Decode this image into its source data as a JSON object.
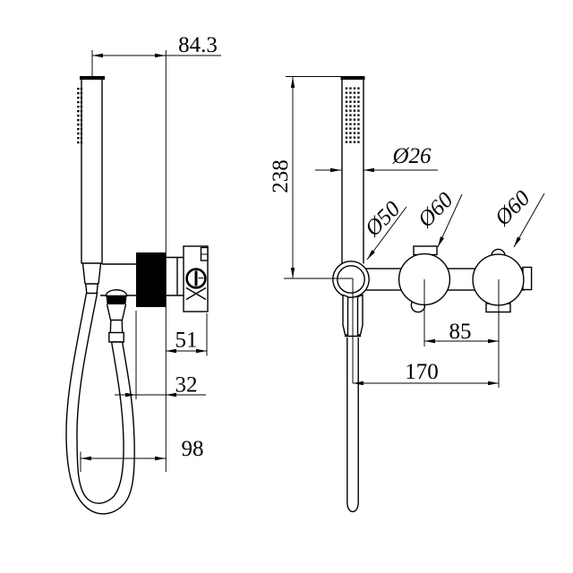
{
  "colors": {
    "background": "#ffffff",
    "line": "#000000"
  },
  "dimensions": {
    "handset_offset": "84.3",
    "valve_body_depth": "51",
    "block_offset": "32",
    "hose_loop_width": "98",
    "handset_height": "238",
    "handset_diameter": "Ø26",
    "holder_diameter": "Ø50",
    "left_knob_diameter": "Ø60",
    "right_knob_diameter": "Ø60",
    "knob_spacing": "85",
    "center_spacing": "170"
  }
}
